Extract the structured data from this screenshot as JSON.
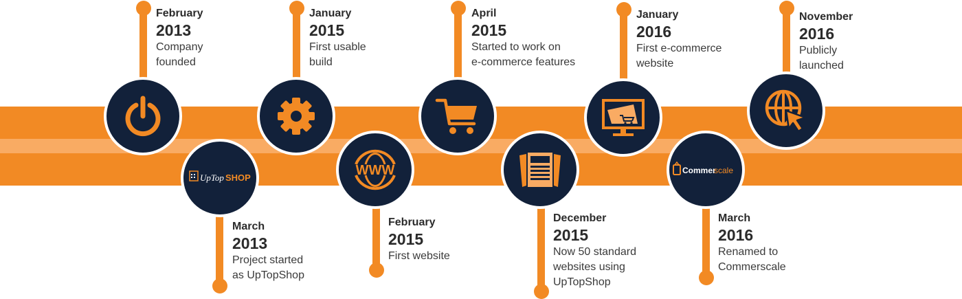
{
  "colors": {
    "accent": "#f28a24",
    "accent_light": "#f9ab63",
    "circle": "#12213a",
    "text": "#2b2b2b"
  },
  "events": [
    {
      "month": "February",
      "year": "2013",
      "desc": "Company\nfounded",
      "icon": "power-icon"
    },
    {
      "month": "March",
      "year": "2013",
      "desc": "Project started\nas UpTopShop",
      "icon": "uptopshop-logo",
      "logo_text_1": "UpTop",
      "logo_text_2": "SHOP"
    },
    {
      "month": "January",
      "year": "2015",
      "desc": "First usable\nbuild",
      "icon": "gear-icon"
    },
    {
      "month": "February",
      "year": "2015",
      "desc": "First website",
      "icon": "www-globe-icon",
      "logo_text_1": "WWW"
    },
    {
      "month": "April",
      "year": "2015",
      "desc": "Started to work on\ne-commerce features",
      "icon": "shopping-cart-icon"
    },
    {
      "month": "December",
      "year": "2015",
      "desc": "Now 50 standard\nwebsites using\nUpTopShop",
      "icon": "newspaper-icon"
    },
    {
      "month": "January",
      "year": "2016",
      "desc": "First e-commerce\nwebsite",
      "icon": "monitor-cart-icon"
    },
    {
      "month": "March",
      "year": "2016",
      "desc": "Renamed to\nCommerscale",
      "icon": "commerscale-logo",
      "logo_text_1": "Commer",
      "logo_text_2": "scale"
    },
    {
      "month": "November",
      "year": "2016",
      "desc": "Publicly\nlaunched",
      "icon": "globe-cursor-icon"
    }
  ]
}
